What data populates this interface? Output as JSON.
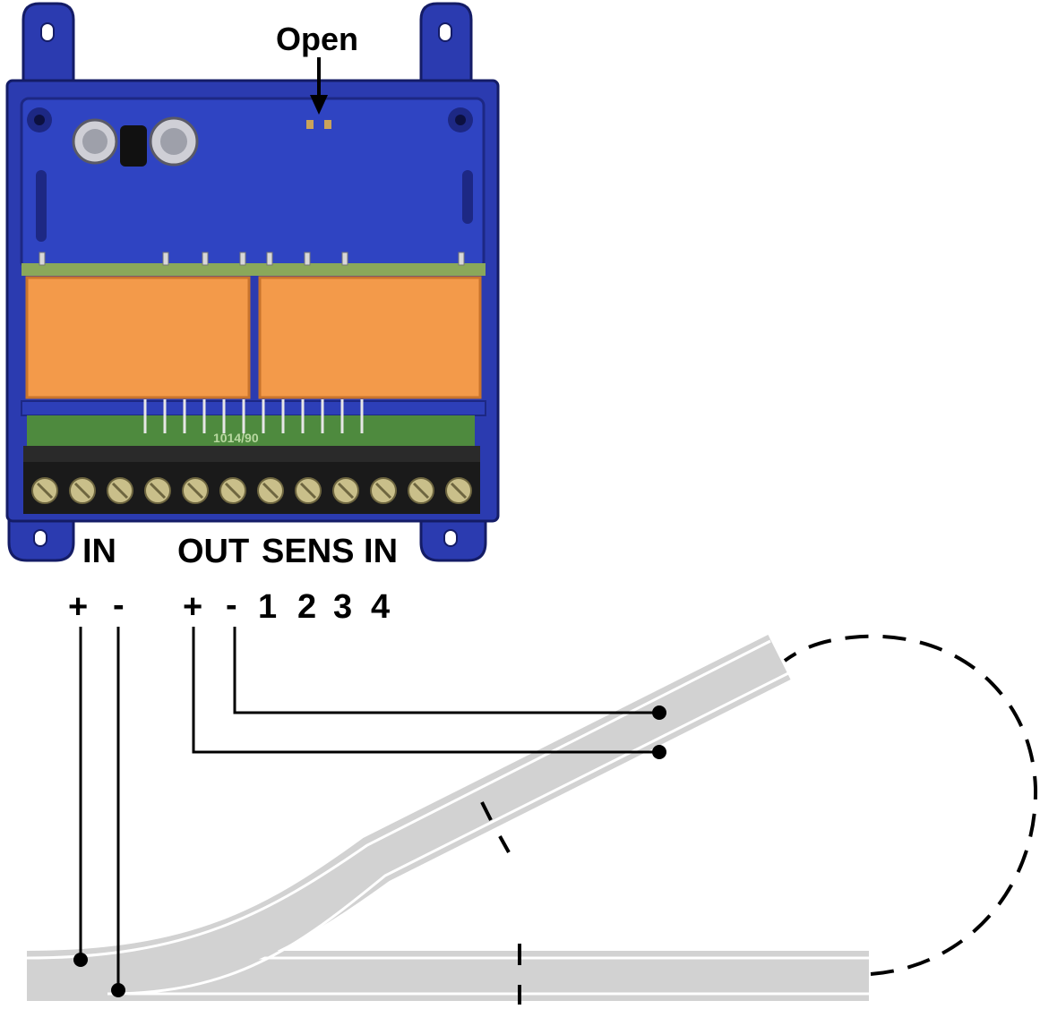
{
  "labels": {
    "open": "Open",
    "in": "IN",
    "out": "OUT",
    "sens_in": "SENS IN",
    "in_plus": "+",
    "in_minus": "-",
    "out_plus": "+",
    "out_minus": "-",
    "sens_1": "1",
    "sens_2": "2",
    "sens_3": "3",
    "sens_4": "4"
  },
  "pcb_text": "1014/90",
  "colors": {
    "housing": "#2b3bb0",
    "housing_dark": "#1d2884",
    "relay": "#f39a4a",
    "terminal_block": "#1a1a1a",
    "screw": "#c9bf8a",
    "track": "#d2d2d2",
    "wire": "#000000"
  }
}
